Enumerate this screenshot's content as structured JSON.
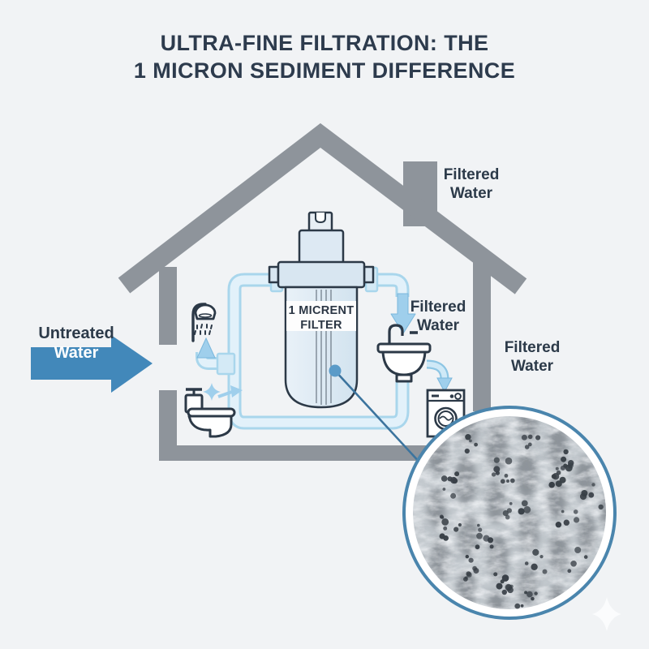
{
  "title": {
    "line1": "ULTRA-FINE FILTRATION: THE",
    "line2": "1 MICRON SEDIMENT DIFFERENCE"
  },
  "diagram": {
    "untreated_label": {
      "line1": "Untreated",
      "line2": "Water"
    },
    "filtered_roof_label": {
      "line1": "Filtered",
      "line2": "Water"
    },
    "filtered_sink_label": {
      "line1": "Filtered",
      "line2": "Water"
    },
    "filtered_outside_label": {
      "line1": "Filtered",
      "line2": "Water"
    },
    "filter_unit_label": {
      "line1": "1 MICRENT",
      "line2": "FILTER"
    },
    "icons": [
      "house-icon",
      "chimney-icon",
      "shower-icon",
      "toilet-icon",
      "sink-icon",
      "washing-machine-icon",
      "filter-canister-icon",
      "untreated-flow-arrow-icon",
      "filtered-flow-arrow-icon",
      "magnified-filter-media",
      "sparkle-icon"
    ],
    "colors": {
      "background": "#f1f3f5",
      "house_gray": "#8e949b",
      "flow_blue": "#4288ba",
      "pipe_border": "#a9d6ec",
      "pipe_fill": "#e2f1fa",
      "outline_dark": "#2c3947",
      "ring_blue": "#4a85ad",
      "text_dark": "#2d3b4d",
      "soft_arrow_blue": "#9fcfec"
    }
  }
}
